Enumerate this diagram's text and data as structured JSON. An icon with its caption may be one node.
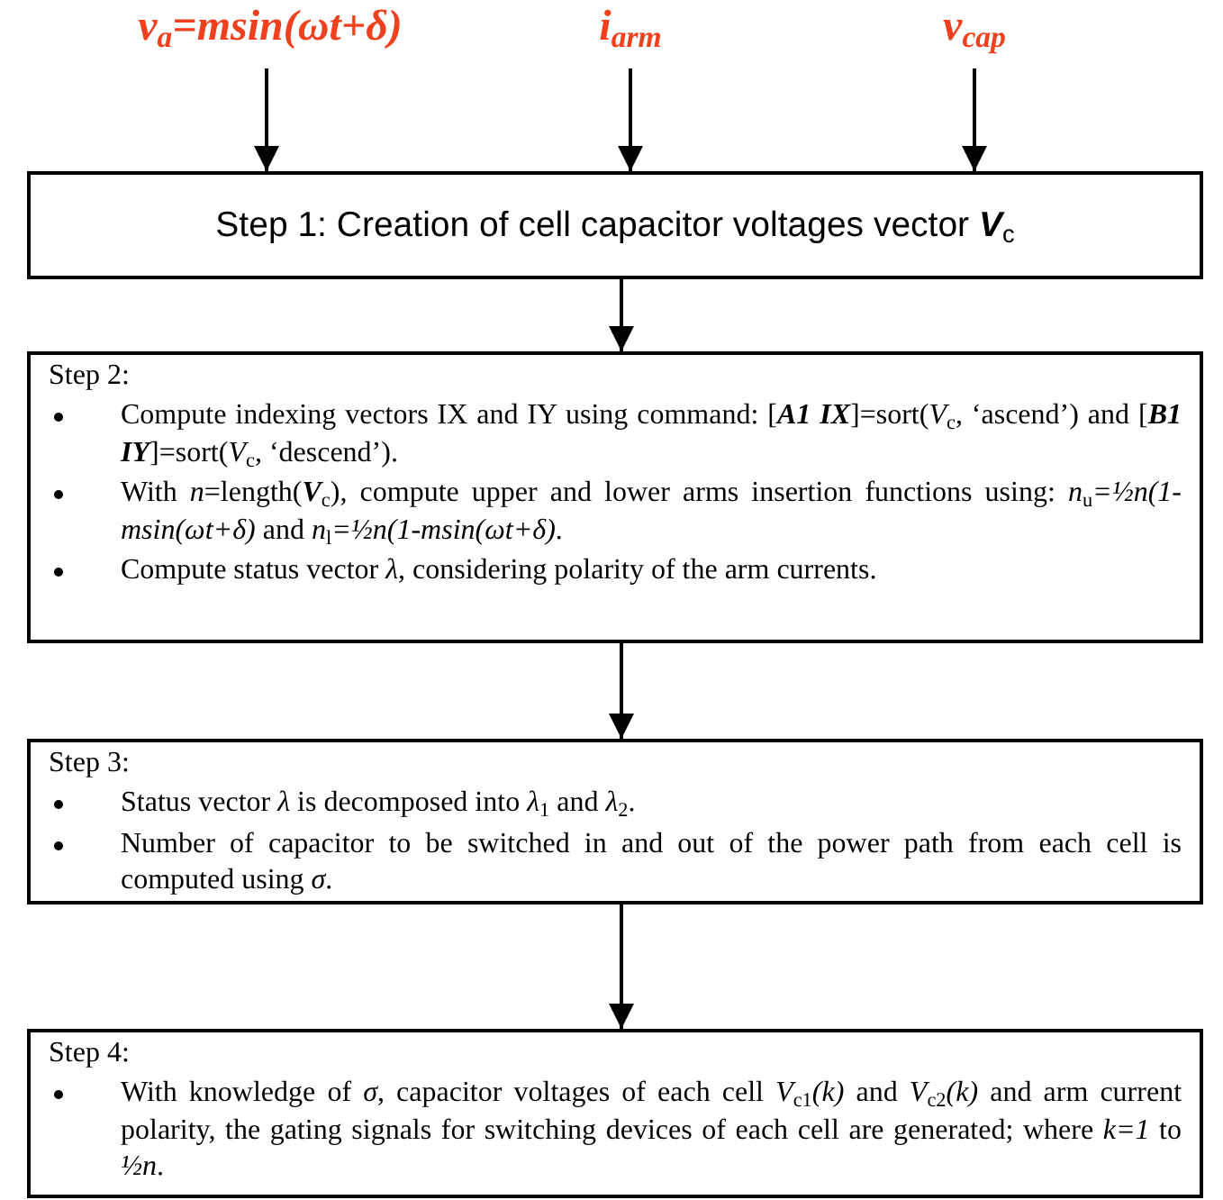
{
  "diagram": {
    "nodes": [
      {
        "text": [
          "v$_{a}$=msin(ωt+δ)"
        ]
      },
      {
        "text": [
          "i$_{arm}$"
        ]
      },
      {
        "text": [
          "v$_{cap}$"
        ]
      },
      {
        "text": [
          "Step 1: Creation of cell capacitor voltages vector **V**$_{c}$"
        ]
      },
      {
        "text": [
          "Step 2:",
          "Compute indexing vectors IX and IY  using command: [**A1 IX**]=sort(*V*$_{c}$, ‘ascend’) and [**B1 IY**]=sort(*V*$_{c}$, ‘descend’).",
          "With *n*=length(**V**$_{c}$), compute upper and lower arms insertion functions using: *n*$_{u}$*=½n(1-msin(ωt+δ)* and *n*$_{l}$*=½n(1-msin(ωt+δ)*.",
          "Compute status vector *λ*,  considering polarity of the arm currents."
        ]
      },
      {
        "text": [
          "Step 3:",
          "Status vector *λ* is decomposed into *λ*$_{1}$ and *λ*$_{2}$.",
          "Number of capacitor to be switched in and out of the power path from each cell is computed using *σ*."
        ]
      },
      {
        "text": [
          "Step 4:",
          "With knowledge of *σ*, capacitor voltages of each cell *V*$_{c1}$*(k)* and *V*$_{c2}$*(k)* and arm current polarity, the gating signals for switching devices of each cell are generated; where *k=1* to *½n*."
        ]
      }
    ],
    "edges": [
      {
        "from": 0,
        "to": 3,
        "arrow": "to"
      },
      {
        "from": 1,
        "to": 3,
        "arrow": "to"
      },
      {
        "from": 2,
        "to": 3,
        "arrow": "to"
      },
      {
        "from": 3,
        "to": 4,
        "arrow": "to"
      },
      {
        "from": 4,
        "to": 5,
        "arrow": "to"
      },
      {
        "from": 5,
        "to": 6,
        "arrow": "to"
      }
    ]
  }
}
